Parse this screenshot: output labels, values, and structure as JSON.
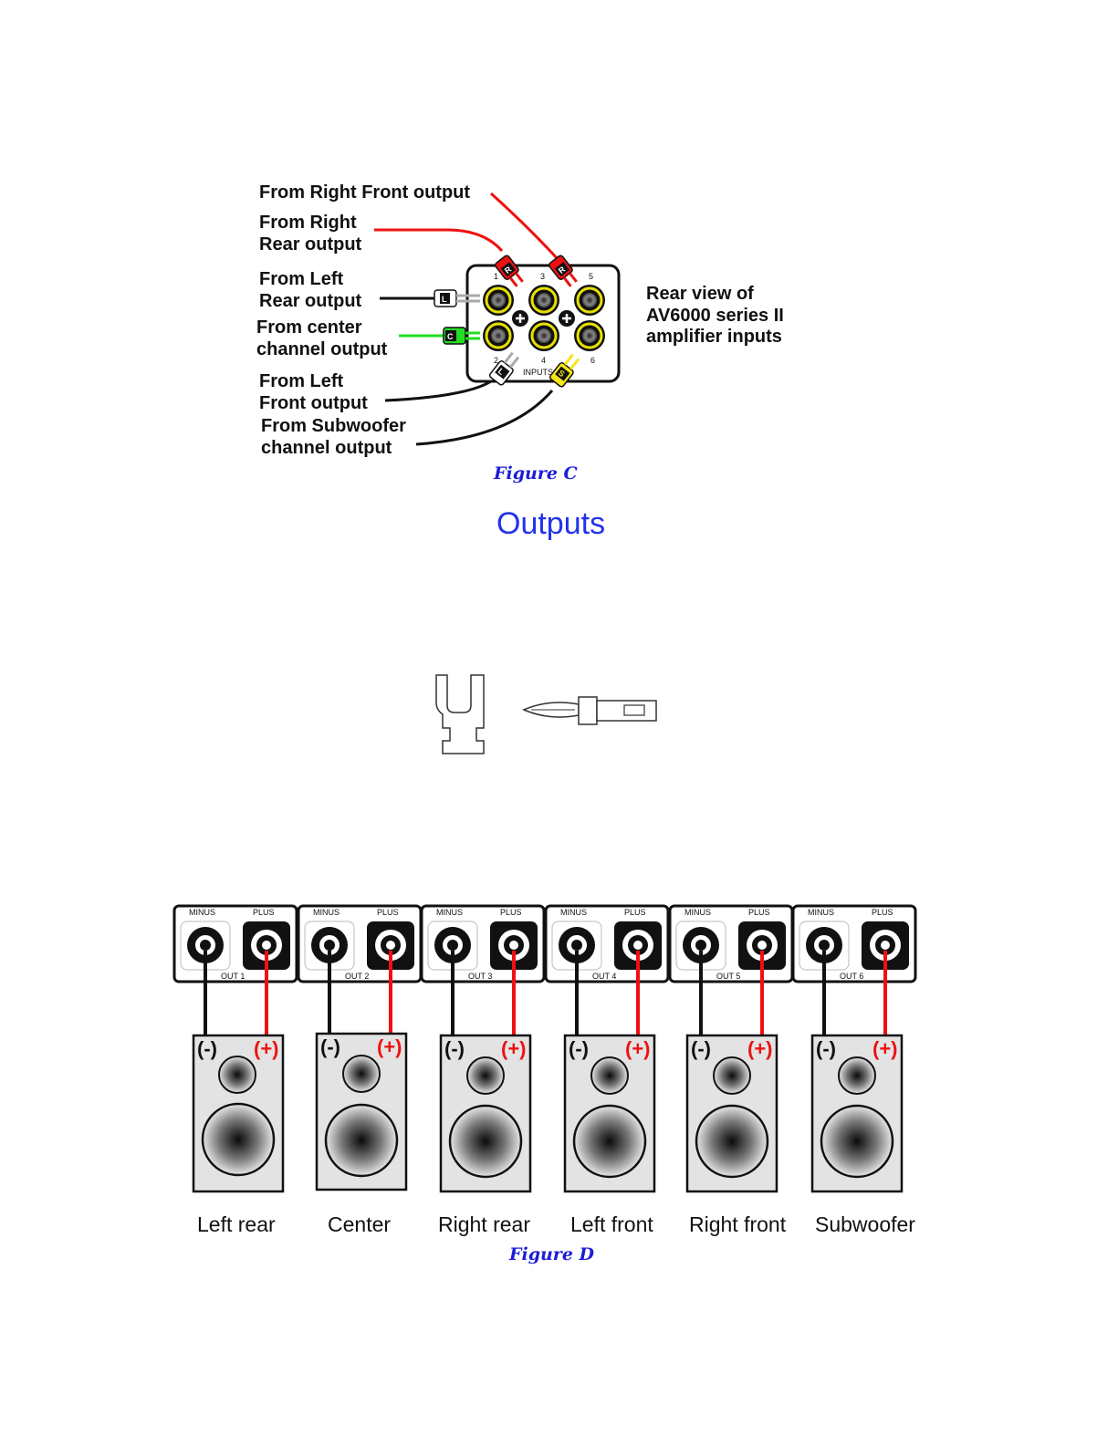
{
  "figure_c": {
    "labels": {
      "right_front": "From Right Front output",
      "right_rear": [
        "From Right",
        "Rear output"
      ],
      "left_rear": [
        "From Left",
        "Rear output"
      ],
      "center": [
        "From center",
        "channel output"
      ],
      "left_front": [
        "From Left",
        "Front output"
      ],
      "subwoofer": [
        "From Subwoofer",
        "channel output"
      ]
    },
    "rear_view": [
      "Rear view of",
      "AV6000 series II",
      "amplifier inputs"
    ],
    "panel_label": "INPUTS",
    "jack_numbers": [
      "1",
      "3",
      "5",
      "2",
      "4",
      "6"
    ],
    "plug_letters": {
      "right_rear": "R",
      "right_front": "R",
      "left_rear": "L",
      "center": "C",
      "left_front": "L",
      "subwoofer": "S"
    },
    "caption": "Figure C"
  },
  "section_title": "Outputs",
  "figure_d": {
    "terminal_labels": {
      "minus": "MINUS",
      "plus": "PLUS"
    },
    "outputs": [
      "OUT 1",
      "OUT 2",
      "OUT 3",
      "OUT 4",
      "OUT 5",
      "OUT 6"
    ],
    "polarity": {
      "minus": "(-)",
      "plus": "(+)"
    },
    "speakers": [
      "Left rear",
      "Center",
      "Right rear",
      "Left front",
      "Right front",
      "Subwoofer"
    ],
    "caption": "Figure D"
  },
  "colors": {
    "red_wire": "#ee1111",
    "green_wire": "#22dd22",
    "yellow_plug": "#f5e51a",
    "jack_ring": "#e8e000",
    "title_blue": "#2233ee",
    "caption_blue": "#1c1cd8"
  }
}
